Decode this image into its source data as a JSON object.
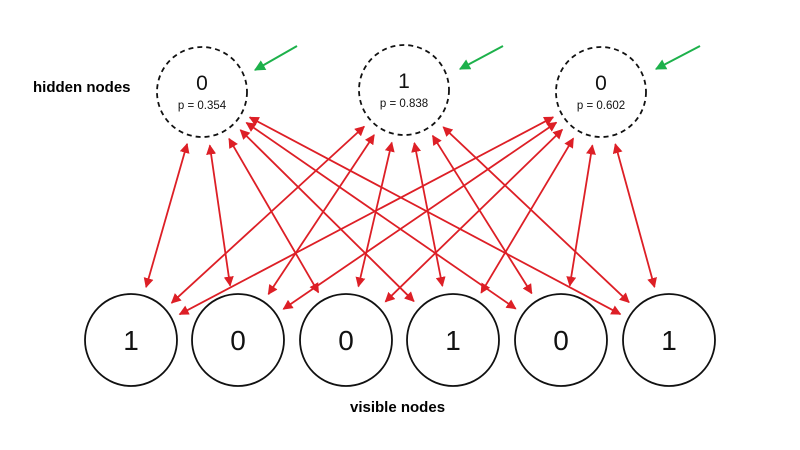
{
  "labels": {
    "hidden_group": "hidden nodes",
    "visible_group": "visible nodes"
  },
  "hidden_nodes": [
    {
      "value": "0",
      "probability": "p = 0.354"
    },
    {
      "value": "1",
      "probability": "p = 0.838"
    },
    {
      "value": "0",
      "probability": "p = 0.602"
    }
  ],
  "visible_nodes": [
    {
      "value": "1"
    },
    {
      "value": "0"
    },
    {
      "value": "0"
    },
    {
      "value": "1"
    },
    {
      "value": "0"
    },
    {
      "value": "1"
    }
  ],
  "connections": "all hidden nodes connected to all visible nodes (bidirectional arrows)",
  "indicators": "green arrow pointing at each hidden node",
  "colors": {
    "connection": "#dd1f26",
    "indicator": "#1db14b",
    "node_stroke": "#111111"
  }
}
